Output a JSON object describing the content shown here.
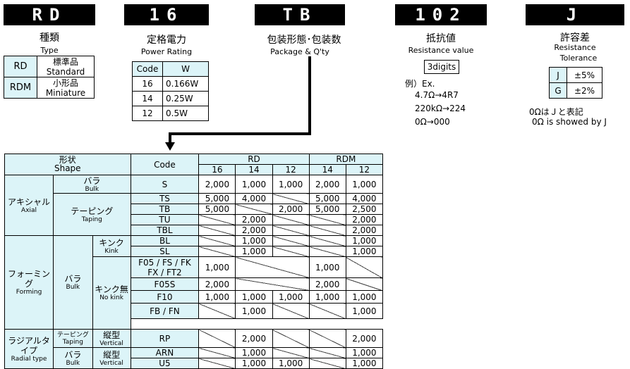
{
  "headers": [
    "RD",
    "16",
    "TB",
    "102",
    "J"
  ],
  "type": {
    "jp": "種類",
    "en": "Type",
    "rows": [
      {
        "code": "RD",
        "jp": "標準品",
        "en": "Standard"
      },
      {
        "code": "RDM",
        "jp": "小形品",
        "en": "Miniature"
      }
    ]
  },
  "power": {
    "jp": "定格電力",
    "en": "Power Rating",
    "head": [
      "Code",
      "W"
    ],
    "rows": [
      [
        "16",
        "0.166W"
      ],
      [
        "14",
        "0.25W"
      ],
      [
        "12",
        "0.5W"
      ]
    ]
  },
  "package": {
    "jp": "包装形態･包装数",
    "en": "Package & Q'ty"
  },
  "resistance": {
    "jp": "抵抗値",
    "en": "Resistance value",
    "box": "3digits",
    "example_label": "例）Ex.",
    "examples": [
      "4.7Ω→4R7",
      "220kΩ→224",
      "0Ω→000"
    ]
  },
  "tolerance": {
    "jp": "許容差",
    "en1": "Resistance",
    "en2": "Tolerance",
    "rows": [
      [
        "J",
        "±5%"
      ],
      [
        "G",
        "±2%"
      ]
    ],
    "note_jp": "0ΩはＪと表記",
    "note_en": "0Ω is showed by J"
  },
  "grid": {
    "shape_jp": "形状",
    "shape_en": "Shape",
    "code": "Code",
    "rd": "RD",
    "rdm": "RDM",
    "sizes": [
      "16",
      "14",
      "12",
      "14",
      "12"
    ],
    "groups": {
      "axial_jp": "アキシャル",
      "axial_en": "Axial",
      "bara_jp": "バラ",
      "bara_en": "Bulk",
      "taping_jp": "テーピング",
      "taping_en": "Taping",
      "forming_jp": "フォーミング",
      "forming_en": "Forming",
      "kink_jp": "キンク",
      "kink_en": "Kink",
      "nokink_jp": "キンク無",
      "nokink_en": "No kink",
      "radial_jp": "ラジアルタイプ",
      "radial_en": "Radial type",
      "vertical_jp": "縦型",
      "vertical_en": "Vertical"
    },
    "codes": {
      "S": "S",
      "TS": "TS",
      "TB": "TB",
      "TU": "TU",
      "TBL": "TBL",
      "BL": "BL",
      "SL": "SL",
      "F05a": "F05 / FS / FK",
      "F05b": "FX / FT2",
      "F05S": "F05S",
      "F10": "F10",
      "FB": "FB / FN",
      "RP": "RP",
      "ARN": "ARN",
      "U5": "U5"
    },
    "v1000": "1,000",
    "v2000": "2,000",
    "v2500": "2,500",
    "v4000": "4,000",
    "v5000": "5,000"
  }
}
